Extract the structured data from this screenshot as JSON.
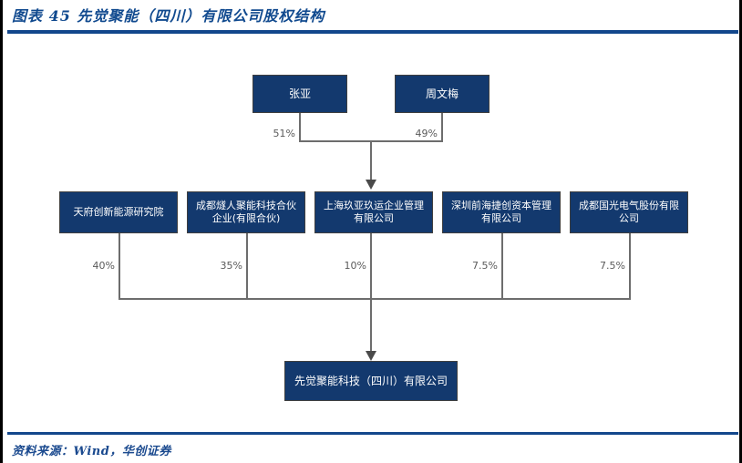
{
  "header": {
    "title": "图表 45  先觉聚能（四川）有限公司股权结构"
  },
  "footer": {
    "source": "资料来源：Wind，华创证券"
  },
  "colors": {
    "node_fill": "#13396e",
    "node_border": "#3f3f3f",
    "accent_rule": "#13478c",
    "title_text": "#114a8f",
    "connector": "#6d6d6d",
    "percent_text": "#5a5a5a"
  },
  "chart_data": {
    "type": "diagram",
    "title": "先觉聚能（四川）有限公司股权结构",
    "levels": [
      {
        "level": 1,
        "nodes": [
          {
            "id": "zhangya",
            "label": "张亚",
            "ownership": "51%"
          },
          {
            "id": "zhouwenmei",
            "label": "周文梅",
            "ownership": "49%"
          }
        ]
      },
      {
        "level": 2,
        "nodes": [
          {
            "id": "tianfu",
            "label": "天府创新能源研究院",
            "ownership": "40%"
          },
          {
            "id": "chengdusr",
            "label": "成都燧人聚能科技合伙企业(有限合伙)",
            "ownership": "35%"
          },
          {
            "id": "shjyjy",
            "label": "上海玖亚玖运企业管理有限公司",
            "ownership": "10%"
          },
          {
            "id": "szqhjc",
            "label": "深圳前海捷创资本管理有限公司",
            "ownership": "7.5%"
          },
          {
            "id": "cdggdq",
            "label": "成都国光电气股份有限公司",
            "ownership": "7.5%"
          }
        ]
      },
      {
        "level": 3,
        "nodes": [
          {
            "id": "xianjue",
            "label": "先觉聚能科技（四川）有限公司",
            "ownership": ""
          }
        ]
      }
    ],
    "edges": [
      {
        "from": "zhangya",
        "to": "shjyjy",
        "label": "51%"
      },
      {
        "from": "zhouwenmei",
        "to": "shjyjy",
        "label": "49%"
      },
      {
        "from": "tianfu",
        "to": "xianjue",
        "label": "40%"
      },
      {
        "from": "chengdusr",
        "to": "xianjue",
        "label": "35%"
      },
      {
        "from": "shjyjy",
        "to": "xianjue",
        "label": "10%"
      },
      {
        "from": "szqhjc",
        "to": "xianjue",
        "label": "7.5%"
      },
      {
        "from": "cdggdq",
        "to": "xianjue",
        "label": "7.5%"
      }
    ]
  }
}
